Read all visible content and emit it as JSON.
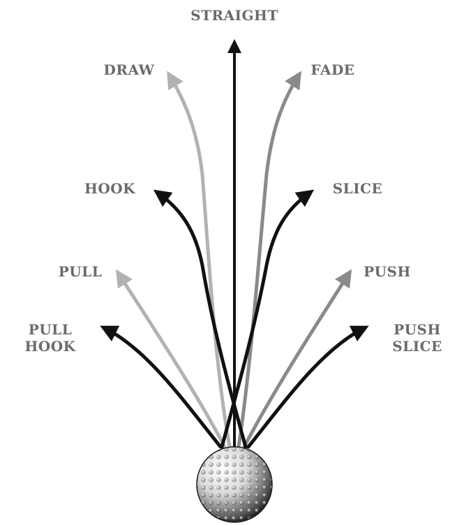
{
  "labels": {
    "straight": "STRAIGHT",
    "draw": "DRAW",
    "fade": "FADE",
    "hook": "HOOK",
    "slice": "SLICE",
    "pull": "PULL",
    "push": "PUSH",
    "pull_hook_line1": "PULL",
    "pull_hook_line2": "HOOK",
    "push_slice_line1": "PUSH",
    "push_slice_line2": "SLICE"
  },
  "colors": {
    "label_text": "#6b6b6b",
    "black_path": "#111111",
    "gray_path": "#8a8a8a",
    "light_gray_path": "#b2b2b2",
    "ball_shadow": "#2a2a2a"
  }
}
